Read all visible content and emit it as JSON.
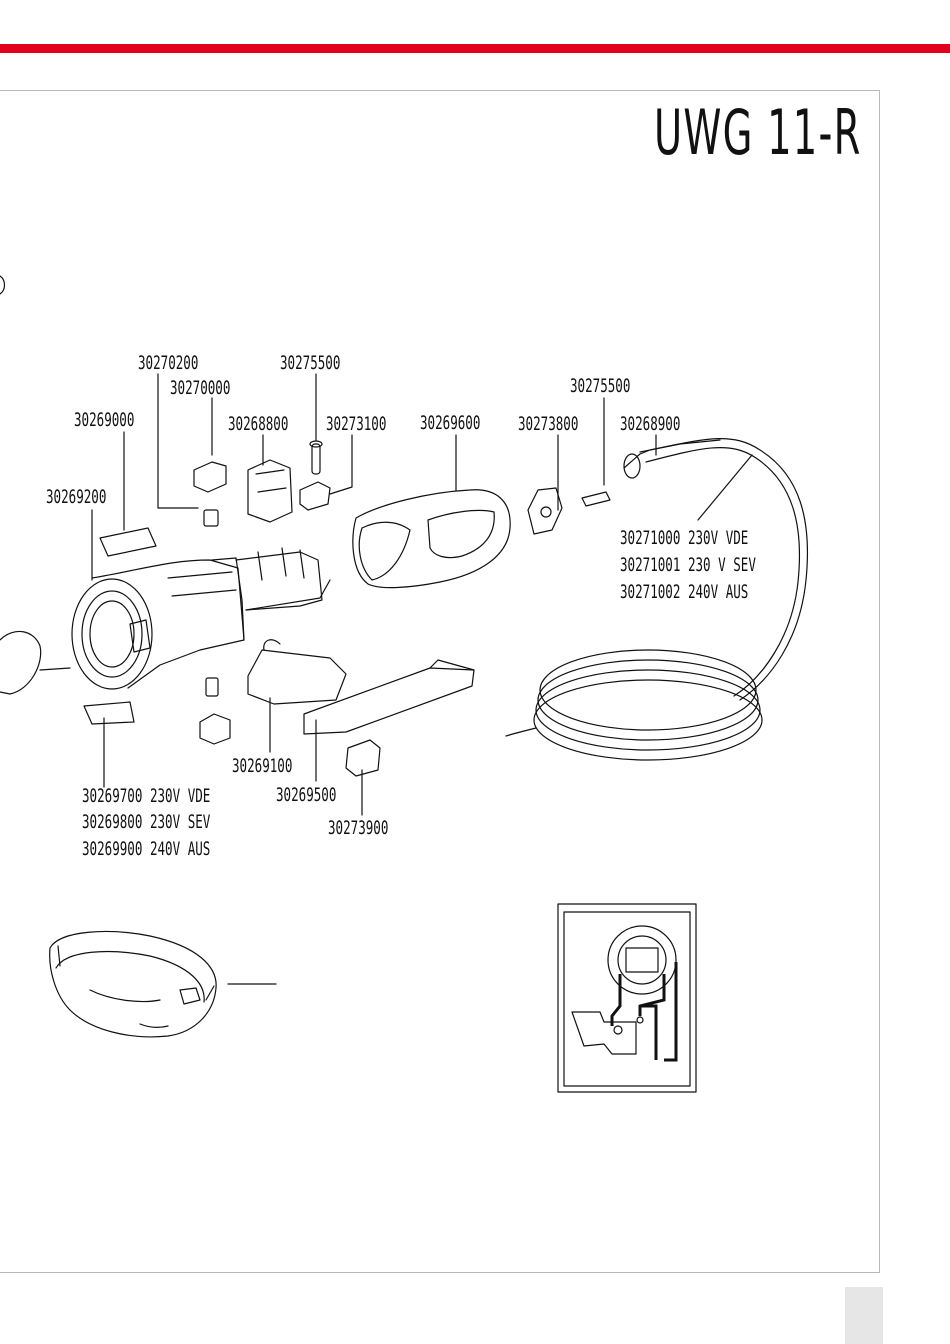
{
  "model": "UWG 11-R",
  "part_numbers": {
    "p30270200": "30270200",
    "p30275500_top": "30275500",
    "p30270000": "30270000",
    "p30268800": "30268800",
    "p30273100": "30273100",
    "p30269600": "30269600",
    "p30273800": "30273800",
    "p30275500_right": "30275500",
    "p30268900": "30268900",
    "p30269000": "30269000",
    "p30269200": "30269200",
    "p30271000": "30271000 230V VDE",
    "p30271001": "30271001 230 V SEV",
    "p30271002": "30271002 240V AUS",
    "p30269100": "30269100",
    "p30269500": "30269500",
    "p30273900": "30273900",
    "p30269700": "30269700 230V VDE",
    "p30269800": "30269800 230V SEV",
    "p30269900": "30269900 240V AUS"
  }
}
